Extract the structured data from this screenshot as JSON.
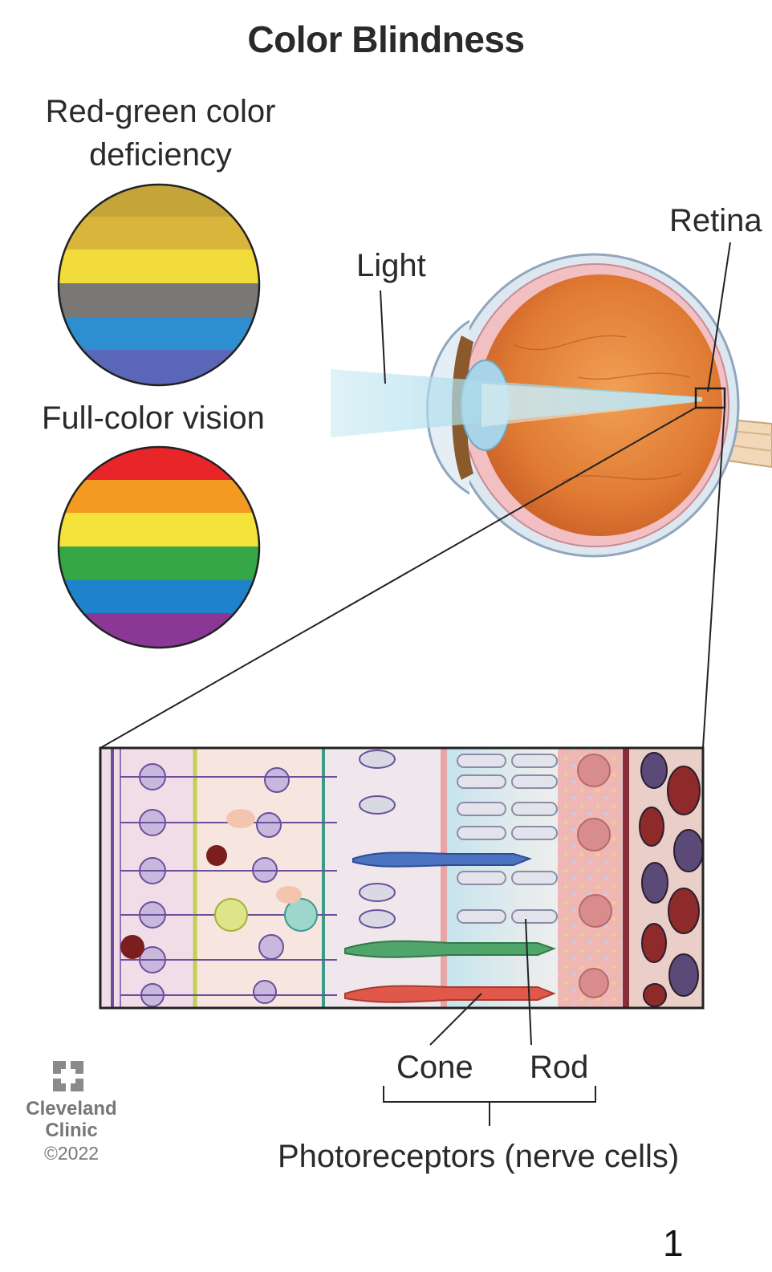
{
  "title": "Color Blindness",
  "labels": {
    "red_green": "Red-green color deficiency",
    "full_color": "Full-color vision",
    "light": "Light",
    "retina": "Retina",
    "cone": "Cone",
    "rod": "Rod",
    "photoreceptors": "Photoreceptors (nerve cells)"
  },
  "logo": {
    "name_line1": "Cleveland",
    "name_line2": "Clinic",
    "year": "©2022"
  },
  "page_number": "1",
  "colors": {
    "deficiency_bands": [
      "#C4A53A",
      "#D9B53B",
      "#F2DC3C",
      "#7A7874",
      "#2E8FD0",
      "#5A66B8"
    ],
    "full_bands": [
      "#E8262A",
      "#F49A22",
      "#F5E23A",
      "#35A746",
      "#1F82CD",
      "#8A3796"
    ],
    "eye_orange": "#E0823A",
    "light_beam": "#9ED4E6"
  }
}
